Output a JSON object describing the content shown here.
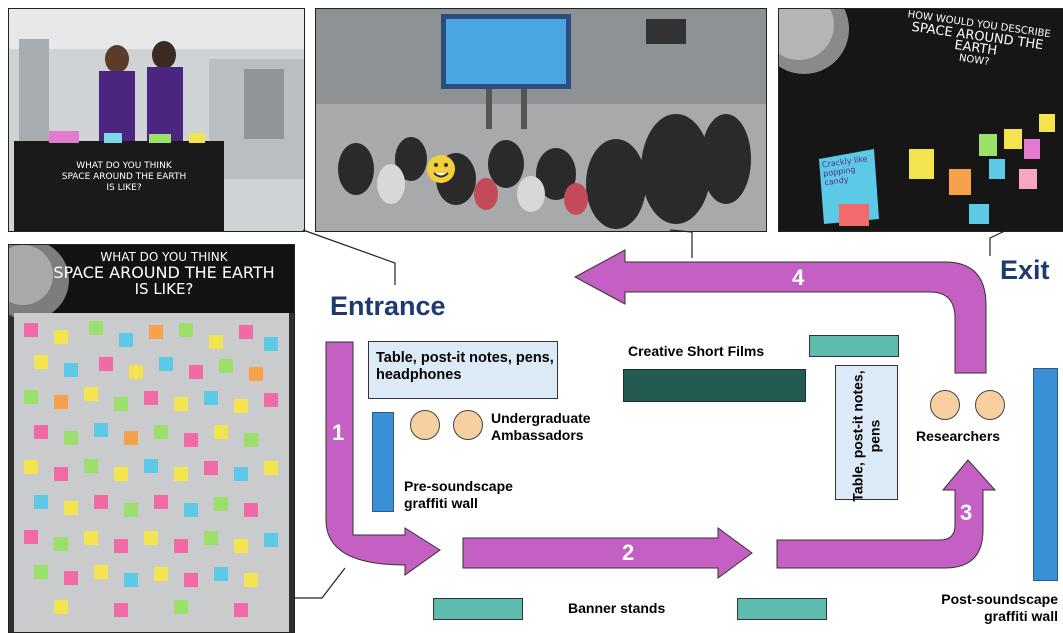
{
  "labels": {
    "entrance": "Entrance",
    "exit": "Exit",
    "table1": "Table, post-it notes, pens, headphones",
    "table2": "Table, post-it notes, pens",
    "ambassadors": "Undergraduate Ambassadors",
    "pre_wall": "Pre-soundscape graffiti wall",
    "creative_films": "Creative Short Films",
    "researchers": "Researchers",
    "banner_stands": "Banner stands",
    "post_wall": "Post-soundscape graffiti wall"
  },
  "steps": [
    "1",
    "2",
    "3",
    "4"
  ],
  "photos": {
    "large_wall": {
      "line1": "WHAT DO YOU THINK",
      "line2": "SPACE AROUND THE EARTH",
      "line3": "IS LIKE?"
    },
    "table_banner": {
      "line1": "WHAT DO YOU THINK",
      "line2": "SPACE AROUND THE EARTH",
      "line3": "IS LIKE?"
    },
    "exit_wall": {
      "line1": "HOW WOULD YOU DESCRIBE",
      "line2": "SPACE AROUND THE EARTH",
      "line3": "NOW?",
      "note": "Crackly like popping candy"
    }
  },
  "colors": {
    "arrow": "#c45fc4",
    "title": "#1f3a6e",
    "table": "#dbeaf6",
    "wall": "#3a8fd6",
    "stand": "#5dbcae",
    "screen": "#235a52",
    "person": "#f8cfa0"
  }
}
